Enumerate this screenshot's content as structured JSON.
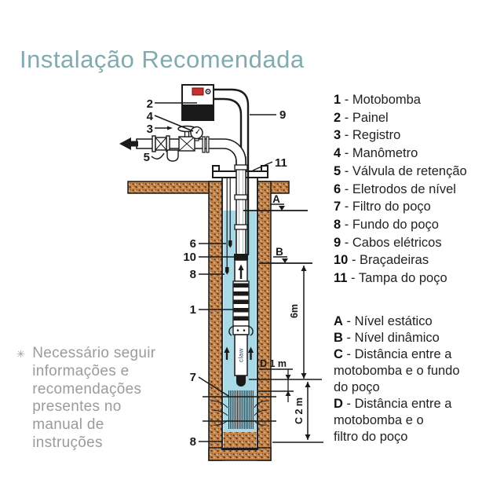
{
  "title": "Instalação Recomendada",
  "note": {
    "bullet": "✳",
    "lines": [
      "Necessário seguir",
      "informações e",
      "recomendações",
      "presentes no",
      "manual de",
      "instruções"
    ]
  },
  "legend": {
    "separator": " - ",
    "numbered": [
      {
        "key": "1",
        "label": "Motobomba"
      },
      {
        "key": "2",
        "label": "Painel"
      },
      {
        "key": "3",
        "label": "Registro"
      },
      {
        "key": "4",
        "label": "Manômetro"
      },
      {
        "key": "5",
        "label": "Válvula de retenção"
      },
      {
        "key": "6",
        "label": "Eletrodos de nível"
      },
      {
        "key": "7",
        "label": "Filtro do poço"
      },
      {
        "key": "8",
        "label": "Fundo do poço"
      },
      {
        "key": "9",
        "label": "Cabos elétricos"
      },
      {
        "key": "10",
        "label": "Braçadeiras"
      },
      {
        "key": "11",
        "label": "Tampa do poço"
      }
    ],
    "lettered": [
      {
        "key": "A",
        "label": "Nível estático"
      },
      {
        "key": "B",
        "label": "Nível dinâmico"
      },
      {
        "key": "C",
        "label": "Distância entre a\nmotobomba e o fundo\ndo poço"
      },
      {
        "key": "D",
        "label": "Distância entre a\nmotobomba e o\nfiltro do poço"
      }
    ]
  },
  "diagram": {
    "callouts": {
      "painel": "2",
      "manometro": "4",
      "registro": "3",
      "valvula_retencao": "5",
      "cabos_eletricos": "9",
      "tampa_poco": "11",
      "eletrodos": "6",
      "bracadeiras": "10",
      "eletrodo_inferior": "8",
      "motobomba": "1",
      "filtro_poco": "7",
      "fundo_poco": "8"
    },
    "levels": {
      "estatico": "A",
      "dinamico": "B"
    },
    "dims": {
      "submergencia": "6m",
      "distancia_d": "D 1 m",
      "distancia_c": "C 2 m"
    },
    "pump_brand": "claw",
    "colors": {
      "title": "#7fabb1",
      "water": "#a8d9e6",
      "soil": "#c98a52",
      "display_red": "#c63230",
      "note_gray": "#9b9b9b"
    }
  }
}
